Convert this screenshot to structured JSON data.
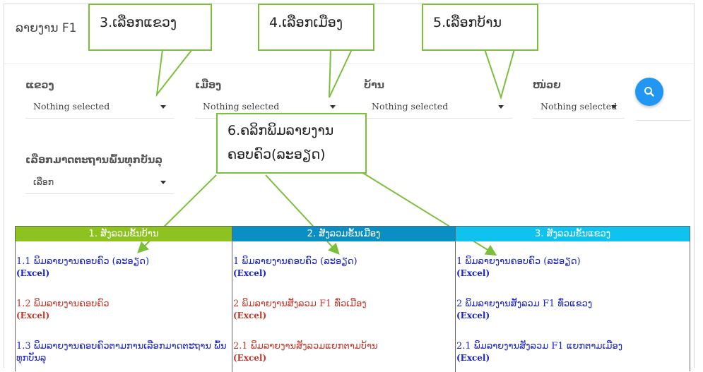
{
  "page": {
    "title": "ລາຍງານ F1"
  },
  "filters": [
    {
      "label": "ແຂວງ",
      "value": "Nothing selected"
    },
    {
      "label": "ເມືອງ",
      "value": "Nothing selected"
    },
    {
      "label": "ບ້ານ",
      "value": "Nothing selected"
    },
    {
      "label": "ໜ່ວຍ",
      "value": "Nothing selected"
    }
  ],
  "criteria": {
    "label": "ເລືອກມາດຕະຖານພົ້ນທຸກບັນລຸ",
    "value": "ເລືອກ"
  },
  "search": {
    "icon": "search-icon",
    "color": "#2196f3"
  },
  "callouts": [
    {
      "text": "3.ເລືອກແຂວງ"
    },
    {
      "text": "4.ເລືອກເມືອງ"
    },
    {
      "text": "5.ເລືອກບ້ານ"
    },
    {
      "line1": "6.ຄລິກພິມລາຍງານ",
      "line2": "ຄອບຄົວ(ລະອຽດ)"
    }
  ],
  "report_columns": [
    {
      "header": "1. ສັງລວມຂັ້ນບ້ານ",
      "color": "#8dc21f",
      "items": [
        {
          "label": "1.1 ພິມລາຍງານຄອບຄົວ (ລະອຽດ)",
          "sub": "(Excel)",
          "tone": "blue"
        },
        {
          "label": "1.2 ພິມລາຍງານຄອບຄົວ",
          "sub": "(Excel)",
          "tone": "red"
        },
        {
          "label": "1.3 ພິມລາຍງານຄອບຄົວຕາມການເລືອກມາດຕະຖານ ພົ້ນທຸກບັນລຸ",
          "sub": "",
          "tone": "blue"
        }
      ]
    },
    {
      "header": "2. ສັງລວມຂັ້ນເມືອງ",
      "color": "#0a8fc5",
      "items": [
        {
          "label": "1 ພິມລາຍງານຄອບຄົວ (ລະອຽດ)",
          "sub": "(Excel)",
          "tone": "blue"
        },
        {
          "label": "2 ພິມລາຍງານສັງລວມ F1 ທົ່ວເມືອງ",
          "sub": "(Excel)",
          "tone": "red"
        },
        {
          "label": "2.1 ພິມລາຍງານສັງລວມແຍກຕາມບ້ານ",
          "sub": "(Excel)",
          "tone": "red"
        }
      ]
    },
    {
      "header": "3. ສັງລວມຂັ້ນແຂວງ",
      "color": "#0fc3ee",
      "items": [
        {
          "label": "1 ພິມລາຍງານຄອບຄົວ (ລະອຽດ)",
          "sub": "(Excel)",
          "tone": "blue"
        },
        {
          "label": "2 ພິມລາຍງານສັງລວມ F1 ທົ່ວແຂວງ",
          "sub": "(Excel)",
          "tone": "blue"
        },
        {
          "label": "2.1 ພິມລາຍງານສັງລວມ F1 ແຍກຕາມເມືອງ",
          "sub": "(Excel)",
          "tone": "blue"
        }
      ]
    }
  ]
}
